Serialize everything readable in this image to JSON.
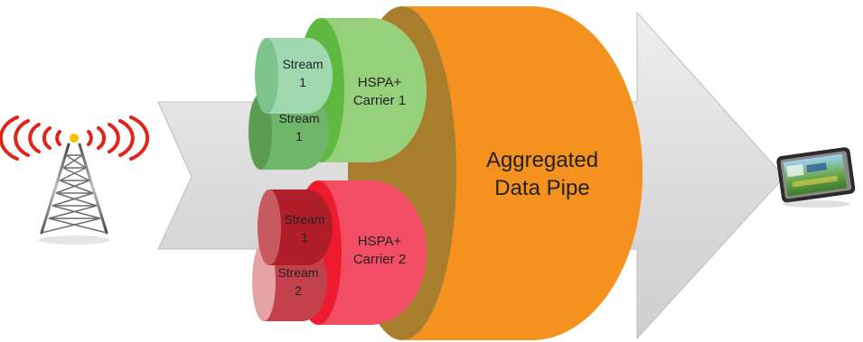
{
  "labels": {
    "aggregated_line1": "Aggregated",
    "aggregated_line2": "Data Pipe",
    "carrier1_line1": "HSPA+",
    "carrier1_line2": "Carrier 1",
    "carrier2_line1": "HSPA+",
    "carrier2_line2": "Carrier 2",
    "c1_stream_a_line1": "Stream",
    "c1_stream_a_line2": "1",
    "c1_stream_b_line1": "Stream",
    "c1_stream_b_line2": "1",
    "c2_stream_a_line1": "Stream",
    "c2_stream_a_line2": "1",
    "c2_stream_b_line1": "Stream",
    "c2_stream_b_line2": "2"
  },
  "icons": {
    "tower": "cell-tower-icon",
    "device": "tablet-device-icon"
  },
  "colors": {
    "arrow": "#e3e3e3",
    "pipe_body": "#f5921f",
    "pipe_face": "#a87d2c",
    "carrier1": "#97d07a",
    "carrier1_edge": "#5fb83f",
    "carrier2": "#f24d64",
    "carrier2_edge": "#ee1c2e",
    "stream_green": "#8fcf9e",
    "stream_green_dark": "#5c9c52",
    "stream_red": "#b01e2a",
    "stream_pink": "#e6a3a6"
  }
}
